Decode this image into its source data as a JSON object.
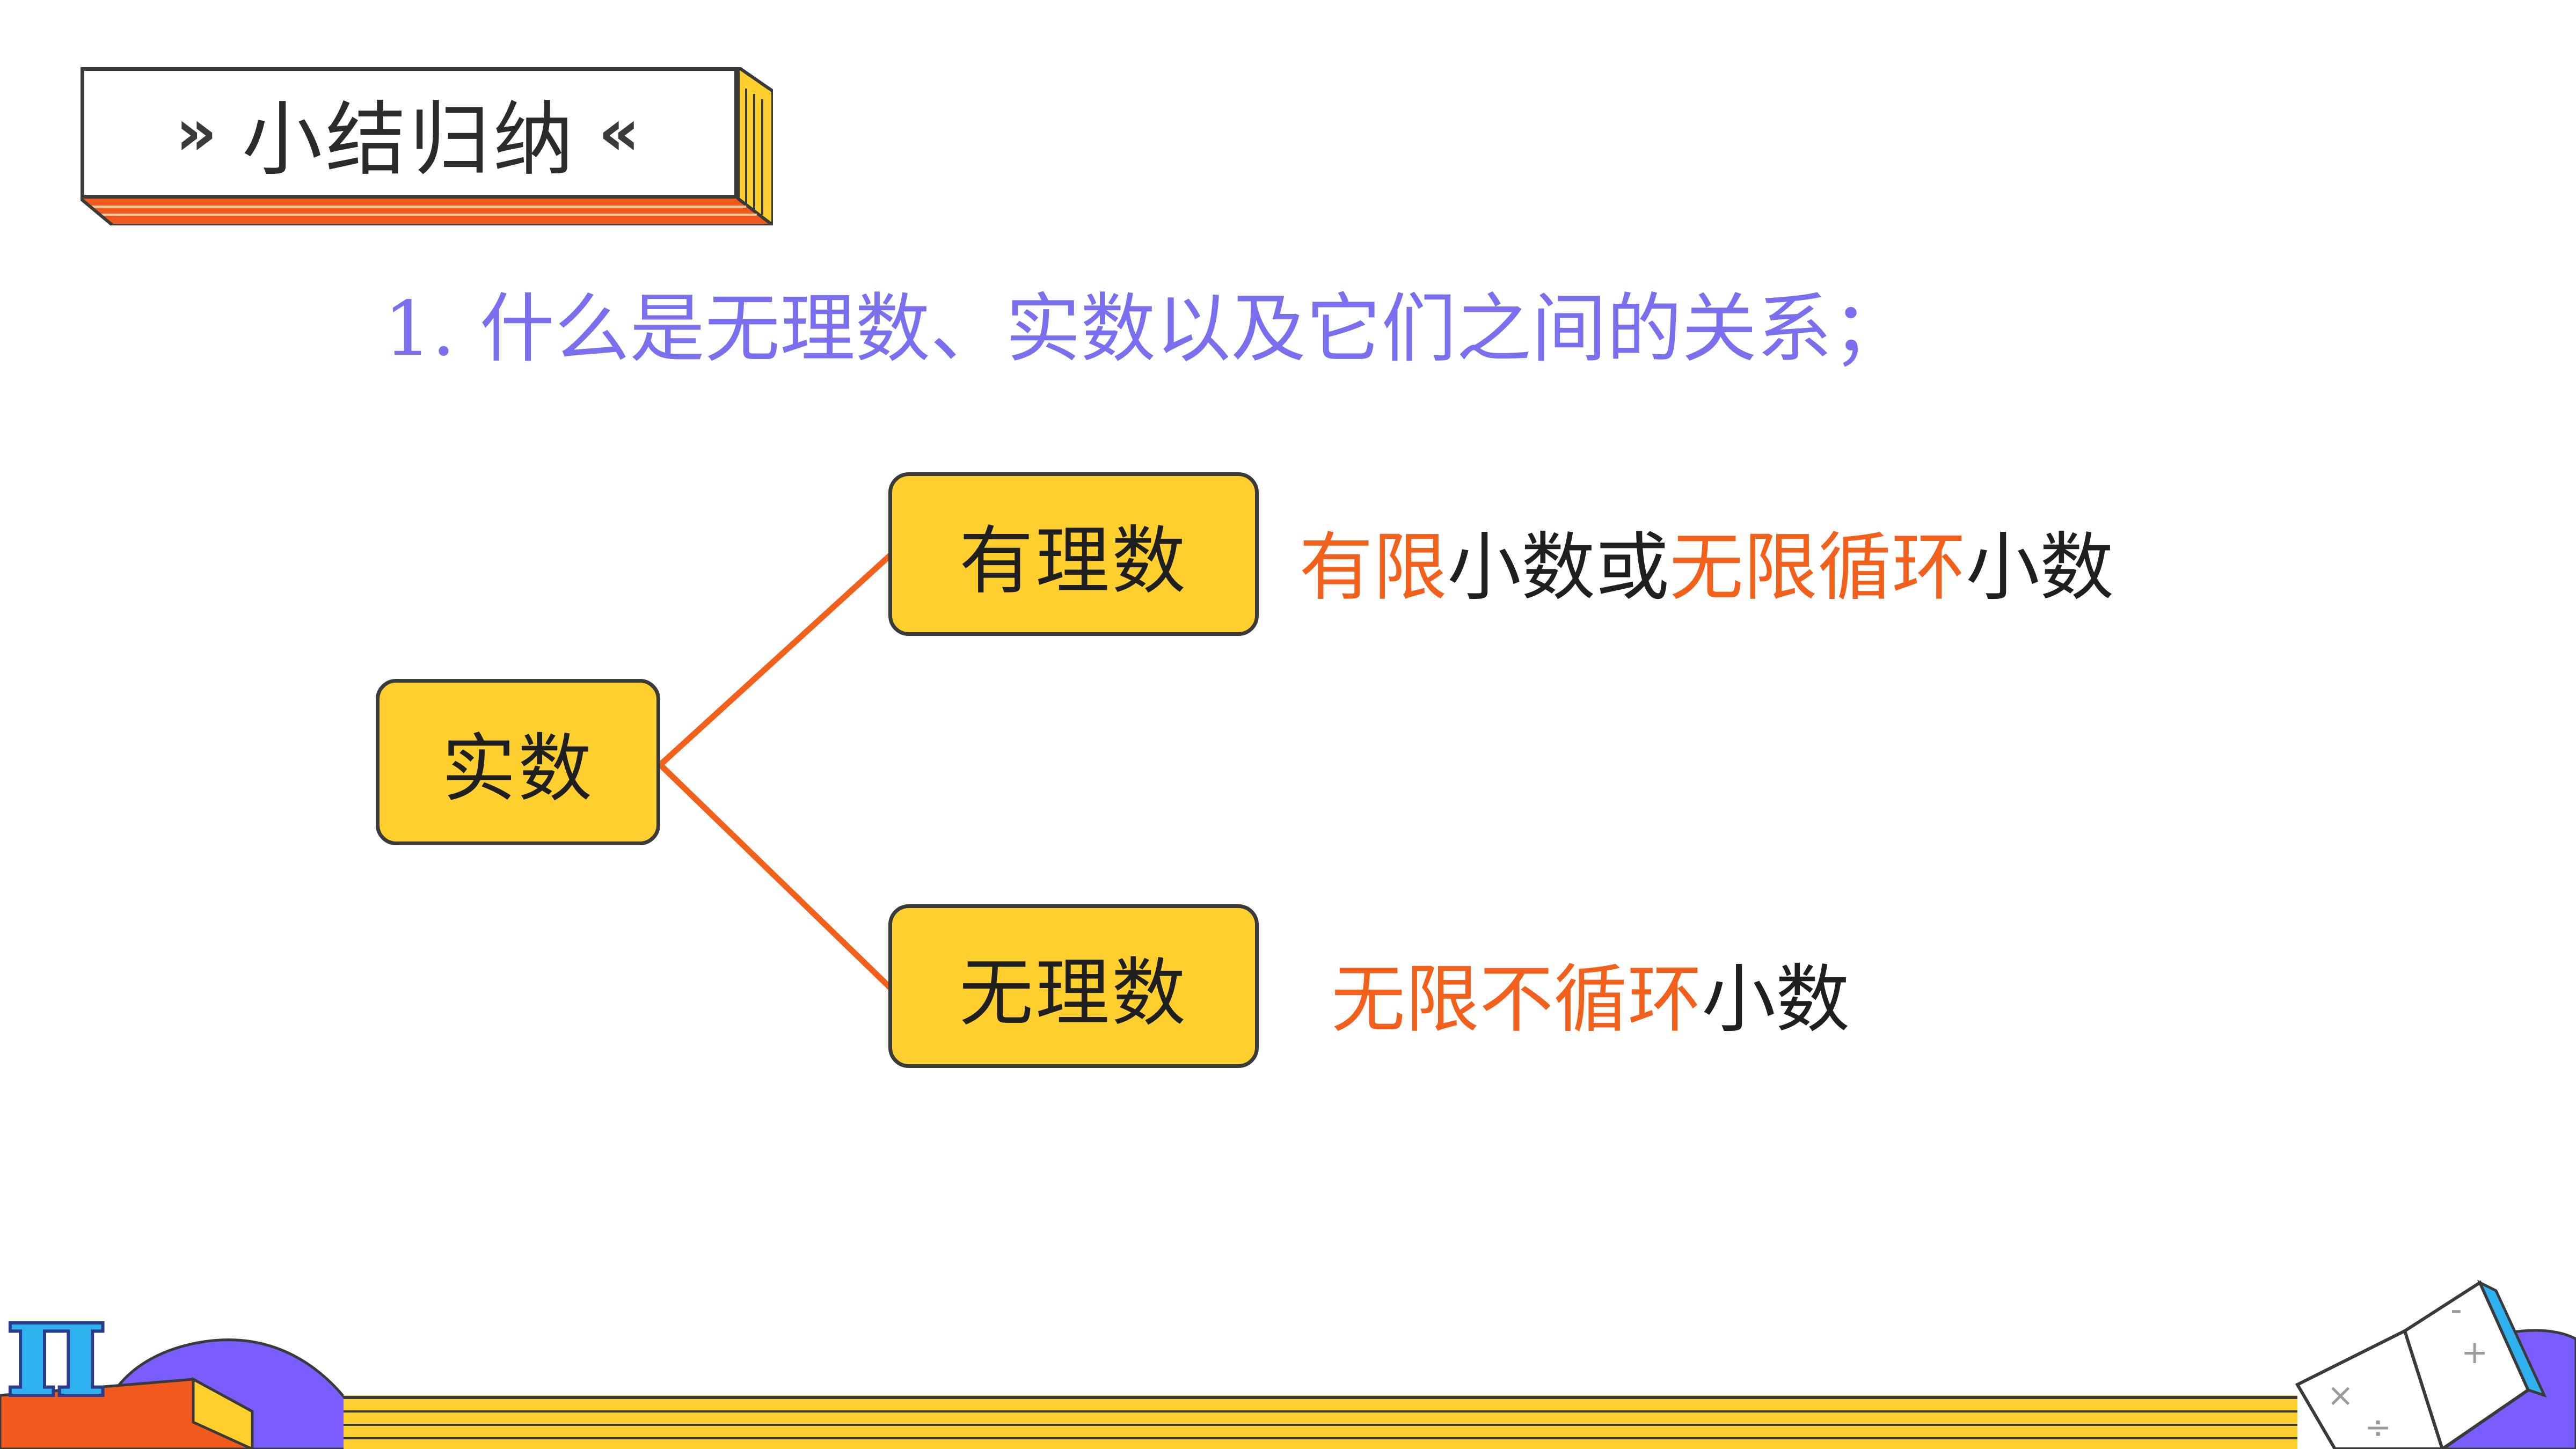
{
  "header": {
    "title": "小结归纳",
    "left_chevron": "»",
    "right_chevron": "«"
  },
  "subtitle": "1. 什么是无理数、实数以及它们之间的关系；",
  "diagram": {
    "root": "实数",
    "branch_top": "有理数",
    "branch_bottom": "无理数",
    "desc_top": {
      "part1": "有限",
      "part2": "小数或",
      "part3": "无限循环",
      "part4": "小数"
    },
    "desc_bottom": {
      "part1": "无限不循环",
      "part2": "小数"
    }
  },
  "decoration": {
    "pi_symbol": "π",
    "book_symbols": [
      "-",
      "+",
      "×",
      "÷"
    ]
  },
  "colors": {
    "accent_orange": "#f2601c",
    "box_yellow": "#ffcf2d",
    "subtitle_purple": "#7b6ff0",
    "deco_purple": "#7a5cff"
  }
}
